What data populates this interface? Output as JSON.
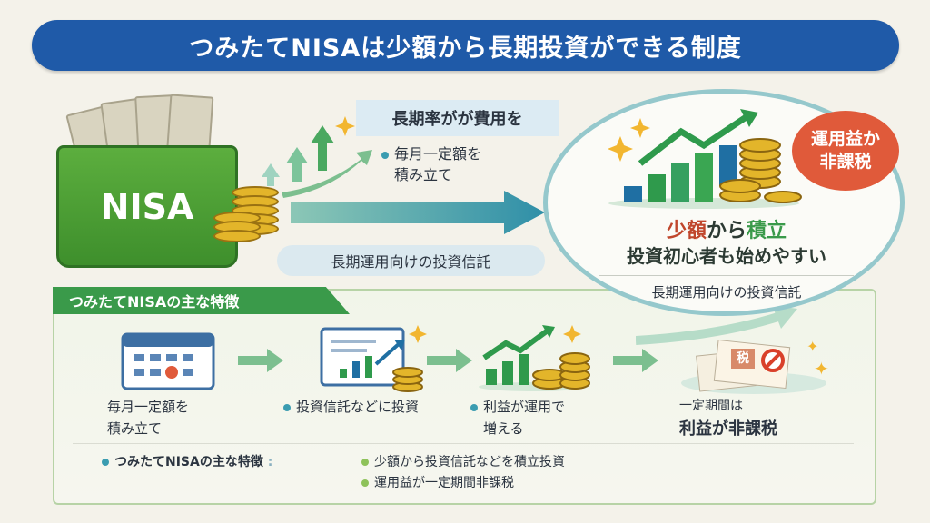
{
  "title": "つみたてNISAは少額から長期投資ができる制度",
  "wallet_label": "NISA",
  "top_box": {
    "heading": "長期率がが費用を",
    "bullet": [
      "毎月一定額を",
      "積み立て"
    ]
  },
  "pill": "長期運用向けの投資信託",
  "circle": {
    "badge": [
      "運用益か",
      "非課税"
    ],
    "headline_a": "少額",
    "headline_b": "から",
    "headline_c": "積立",
    "sub": "投資初心者も始めやすい",
    "note": "長期運用向けの投資信託"
  },
  "panel": {
    "tab": "つみたてNISAの主な特徴",
    "steps": [
      {
        "lines": [
          "毎月一定額を",
          "積み立て"
        ]
      },
      {
        "lines": [
          "投資信託などに投資"
        ]
      },
      {
        "lines": [
          "利益が運用で",
          "増える"
        ]
      },
      {
        "lines": [
          "一定期間は",
          "利益が非課税"
        ]
      }
    ],
    "summary_label": "つみたてNISAの主な特徴",
    "features": [
      "少額から投資信託などを積立投資",
      "運用益が一定期間非課税"
    ],
    "tax_label": "税"
  },
  "colors": {
    "title_bg": "#1f5aa8",
    "green": "#3a9a4a",
    "red": "#e05a3a",
    "teal": "#3a9cb0"
  }
}
